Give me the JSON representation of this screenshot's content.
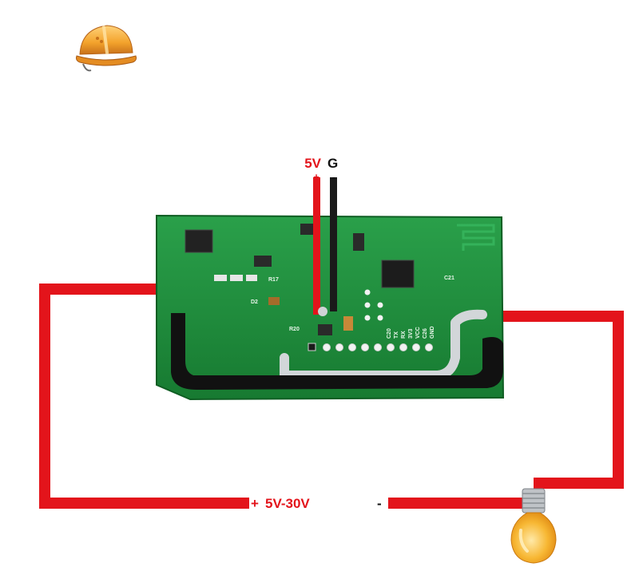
{
  "labels": {
    "power_v": "5V",
    "power_g": "G",
    "plus": "+",
    "minus": "-",
    "load_plus": "+",
    "load_range": "5V-30V",
    "load_minus": "-"
  },
  "pcb_silkscreen": [
    "R17",
    "D2",
    "R20",
    "C21",
    "TX",
    "RX",
    "3V3",
    "GND",
    "VCC",
    "C26",
    "C20"
  ],
  "colors": {
    "wire_red": "#e3141b",
    "wire_dark": "#1a1a1a",
    "label_red": "#e3141b",
    "pcb_green": "#1f8f3c",
    "trace_black": "#111111",
    "solder_silver": "#cfd3d6",
    "helmet_orange": "#f3a22b",
    "bulb_yellow": "#f7b733"
  },
  "icons": [
    "safety-helmet-icon",
    "light-bulb-icon"
  ]
}
